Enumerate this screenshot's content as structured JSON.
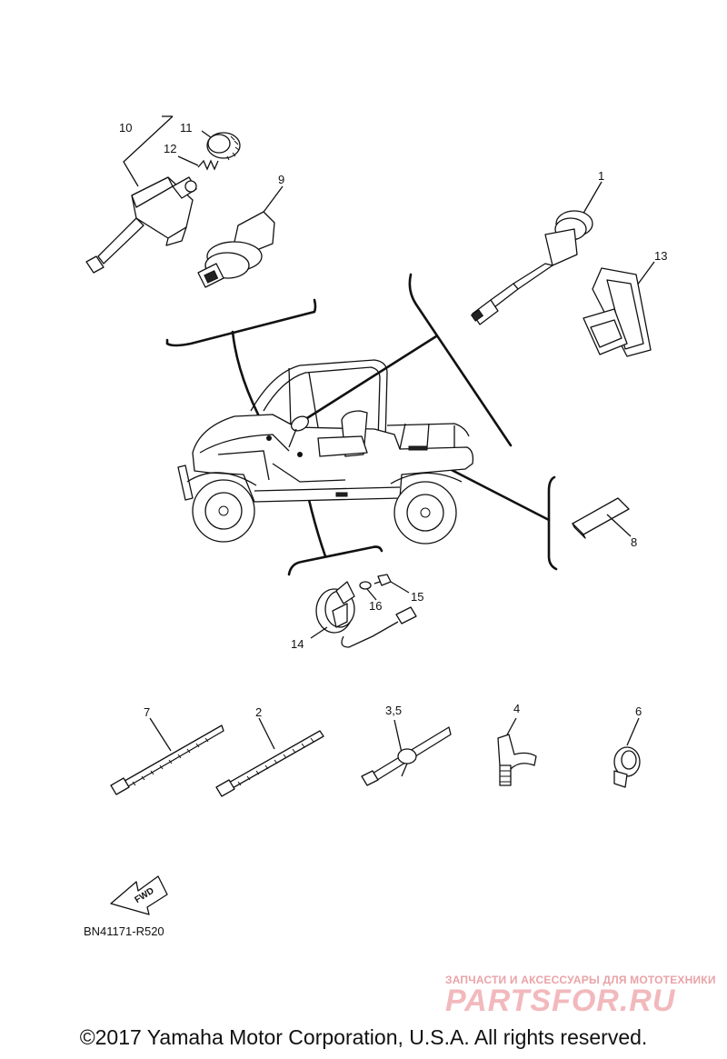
{
  "diagram_code": "BN41171-R520",
  "fwd_label": "FWD",
  "copyright": "©2017 Yamaha Motor Corporation, U.S.A. All rights reserved.",
  "watermark": {
    "tagline": "ЗАПЧАСТИ И АКСЕССУАРЫ ДЛЯ МОТОТЕХНИКИ",
    "brand": "PARTSFOR.RU"
  },
  "callouts": {
    "c1": "1",
    "c2": "2",
    "c35": "3,5",
    "c4": "4",
    "c6": "6",
    "c7": "7",
    "c8": "8",
    "c9": "9",
    "c10": "10",
    "c11": "11",
    "c12": "12",
    "c13": "13",
    "c14": "14",
    "c15": "15",
    "c16": "16"
  }
}
